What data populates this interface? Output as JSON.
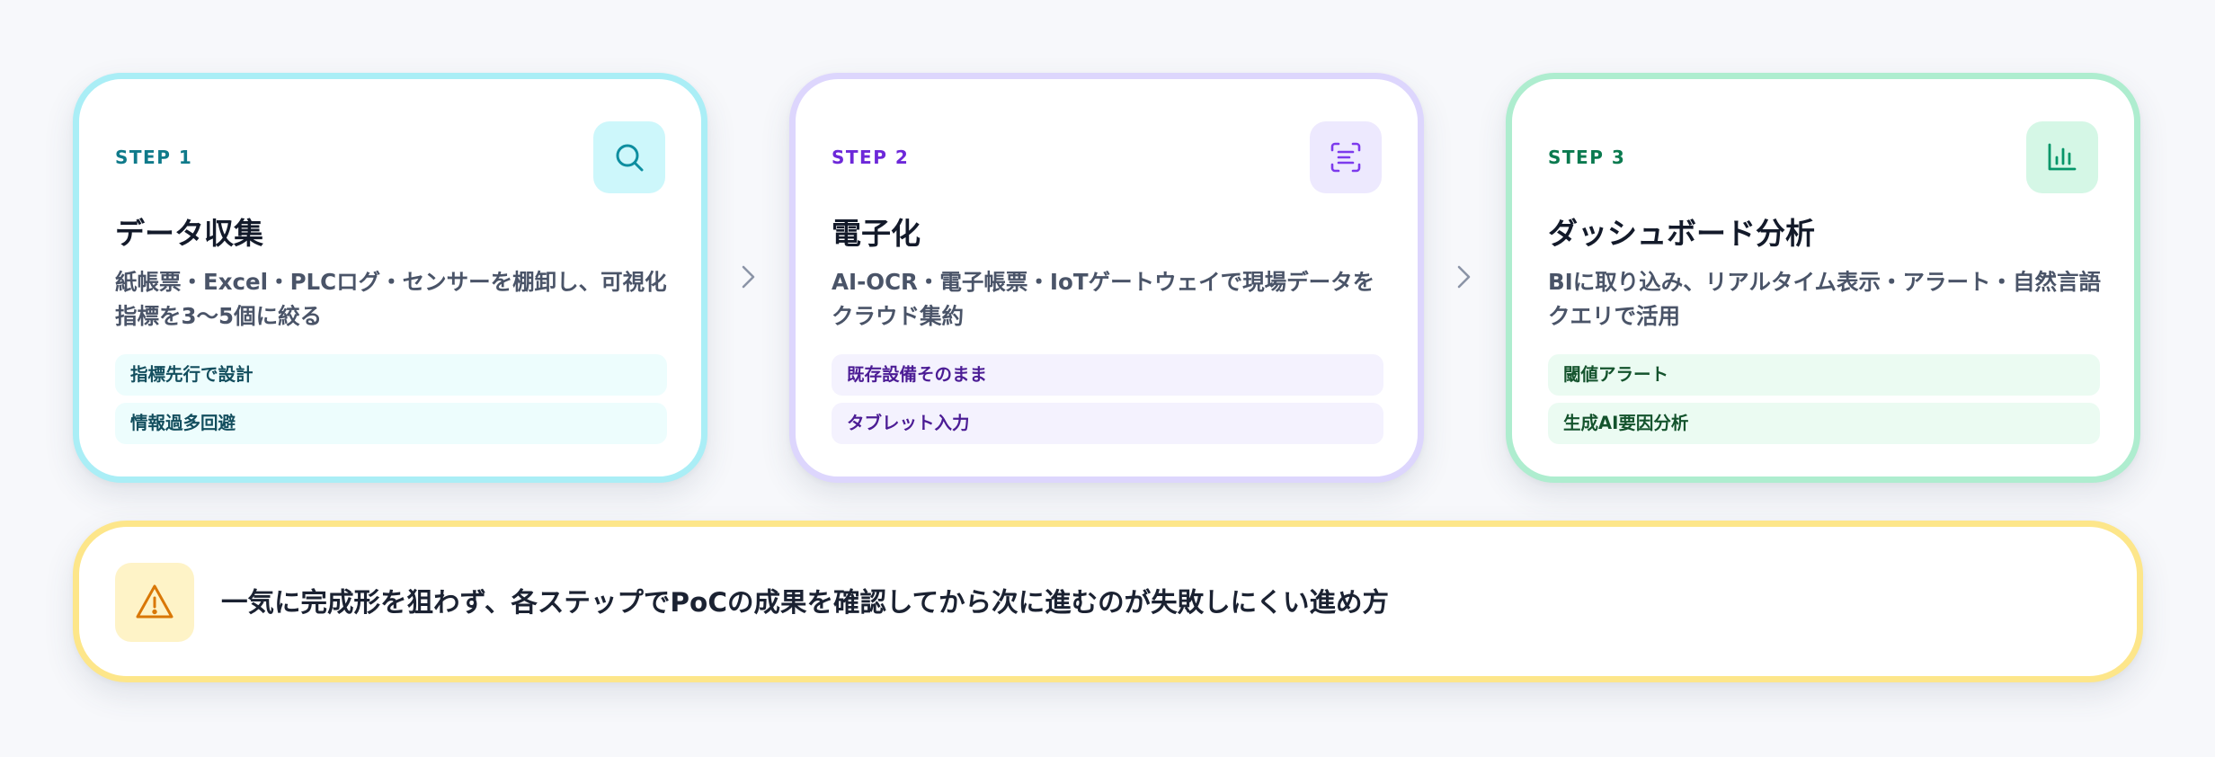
{
  "steps": [
    {
      "label": "STEP 1",
      "icon": "search-icon",
      "title": "データ収集",
      "description": "紙帳票・Excel・PLCログ・センサーを棚卸し、可視化指標を3〜5個に絞る",
      "tags": [
        "指標先行で設計",
        "情報過多回避"
      ],
      "accent": "#0f7a8a"
    },
    {
      "label": "STEP 2",
      "icon": "scan-text-icon",
      "title": "電子化",
      "description": "AI-OCR・電子帳票・IoTゲートウェイで現場データをクラウド集約",
      "tags": [
        "既存設備そのまま",
        "タブレット入力"
      ],
      "accent": "#6d28d9"
    },
    {
      "label": "STEP 3",
      "icon": "bar-chart-icon",
      "title": "ダッシュボード分析",
      "description": "BIに取り込み、リアルタイム表示・アラート・自然言語クエリで活用",
      "tags": [
        "閾値アラート",
        "生成AI要因分析"
      ],
      "accent": "#0a7a4f"
    }
  ],
  "banner": {
    "icon": "warning-icon",
    "text": "一気に完成形を狙わず、各ステップでPoCの成果を確認してから次に進むのが失敗しにくい進め方",
    "accent": "#d97706"
  }
}
